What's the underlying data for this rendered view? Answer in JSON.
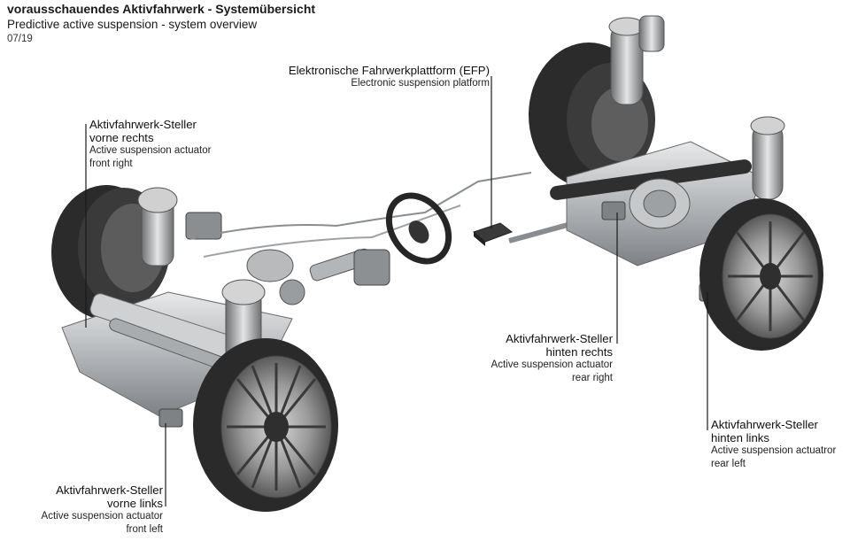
{
  "header": {
    "title_de": "vorausschauendes Aktivfahrwerk - Systemübersicht",
    "title_en": "Predictive active suspension - system overview",
    "date": "07/19"
  },
  "labels": {
    "efp": {
      "de_line1": "Elektronische Fahrwerkplattform (EFP)",
      "en_line1": "Electronic suspension platform"
    },
    "front_right": {
      "de_line1": "Aktivfahrwerk-Steller",
      "de_line2": "vorne rechts",
      "en_line1": "Active suspension actuator",
      "en_line2": "front right"
    },
    "rear_right": {
      "de_line1": "Aktivfahrwerk-Steller",
      "de_line2": "hinten rechts",
      "en_line1": "Active suspension actuator",
      "en_line2": "rear right"
    },
    "rear_left": {
      "de_line1": "Aktivfahrwerk-Steller",
      "de_line2": "hinten links",
      "en_line1": "Active suspension actuatror",
      "en_line2": "rear left"
    },
    "front_left": {
      "de_line1": "Aktivfahrwerk-Steller",
      "de_line2": "vorne links",
      "en_line1": "Active suspension actuator",
      "en_line2": "front left"
    }
  },
  "colors": {
    "tire": "#2b2b2b",
    "rim": "#8a8a8a",
    "metal": "#b9bcbf",
    "background": "#ffffff"
  }
}
